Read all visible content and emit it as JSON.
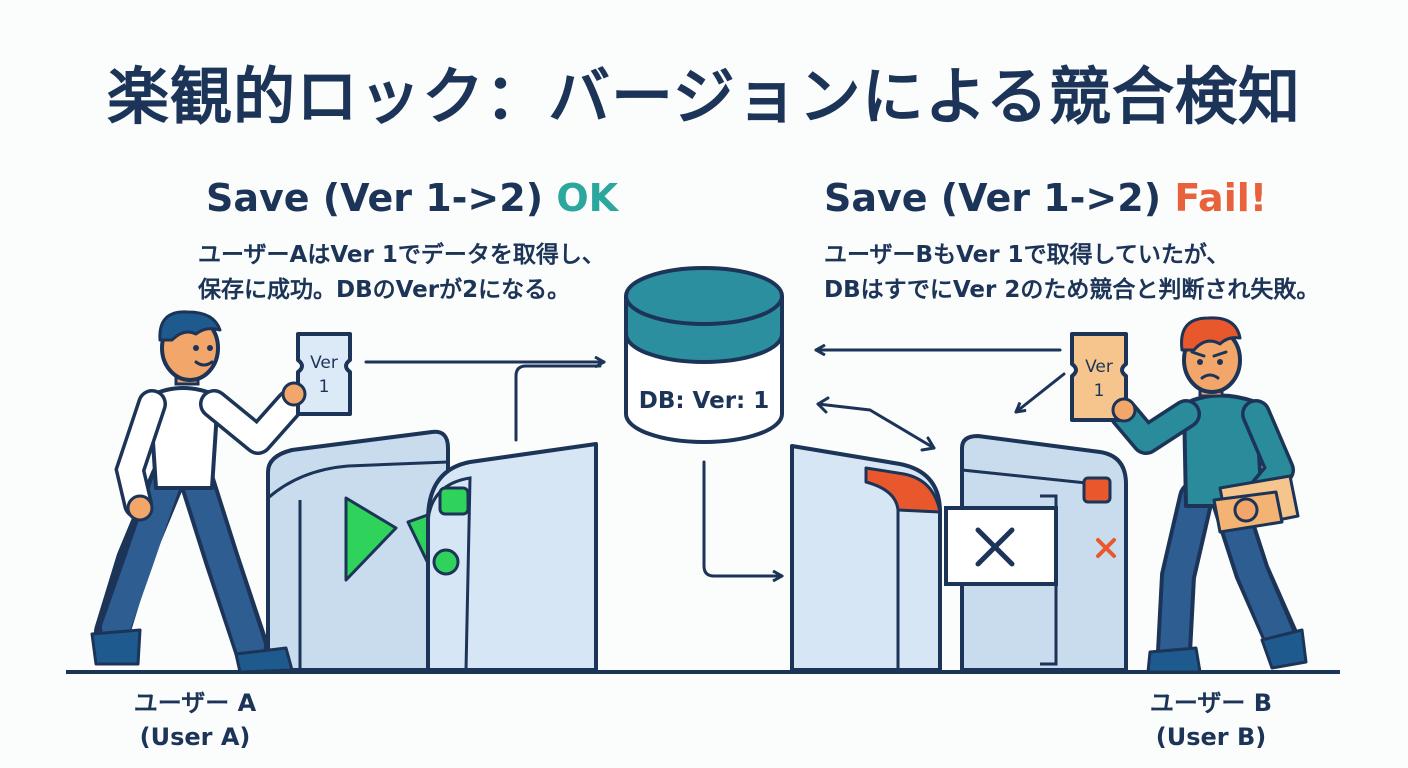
{
  "title": "楽観的ロック：バージョンによる競合検知",
  "left": {
    "heading": "Save (Ver 1->2)",
    "status": "OK",
    "desc_line1": "ユーザーAはVer 1でデータを取得し、",
    "desc_line2": "保存に成功。DBのVerが2になる。",
    "ticket_label": "Ver",
    "ticket_num": "1",
    "user_label": "ユーザー A",
    "user_en": "(User A)"
  },
  "right": {
    "heading": "Save (Ver 1->2)",
    "status": "Fail!",
    "desc_line1": "ユーザーBもVer 1で取得していたが、",
    "desc_line2": "DBはすでにVer 2のため競合と判断され失敗。",
    "ticket_label": "Ver",
    "ticket_num": "1",
    "user_label": "ユーザー B",
    "user_en": "(User B)"
  },
  "db": {
    "label": "DB: Ver: 1"
  },
  "colors": {
    "navy": "#1c3457",
    "ok": "#2ba79d",
    "fail": "#e8623c",
    "gate": "#c8dcee",
    "signal_green": "#2fd35c",
    "signal_red": "#e9582d",
    "db_top": "#2c8fa0",
    "ticket_a": "#dce9f7",
    "ticket_b": "#f6c58d"
  },
  "icons": [
    "database-icon",
    "ticket-icon",
    "person-icon",
    "gate-icon",
    "cross-icon",
    "arrow-icon"
  ]
}
